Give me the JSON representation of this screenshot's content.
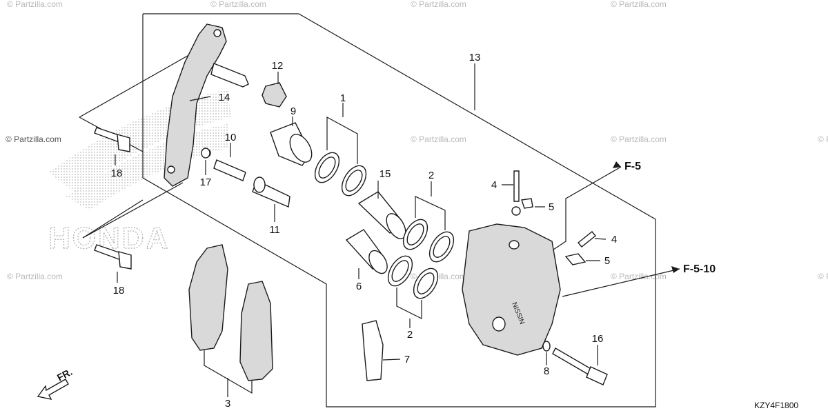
{
  "watermarks": [
    "© Partzilla.com",
    "© Partzilla.com",
    "© Partzilla.com",
    "© Partzilla.com",
    "© Partzilla.com",
    "© Partzilla.com",
    "© Partzilla.com",
    "© Partzilla.com",
    "© Partzilla.com",
    "© Partzilla.com",
    "© Partzilla.com",
    "© Partzilla.com"
  ],
  "brand_watermark": "HONDA",
  "callouts": {
    "c1": "1",
    "c2a": "2",
    "c2b": "2",
    "c3": "3",
    "c4a": "4",
    "c4b": "4",
    "c5a": "5",
    "c5b": "5",
    "c6": "6",
    "c7": "7",
    "c8": "8",
    "c9": "9",
    "c10": "10",
    "c11": "11",
    "c12": "12",
    "c13": "13",
    "c14": "14",
    "c15": "15",
    "c16": "16",
    "c17": "17",
    "c18a": "18",
    "c18b": "18"
  },
  "references": {
    "ref_top": "F-5",
    "ref_bottom": "F-5-10"
  },
  "caliper_text": "NISSIN",
  "front_arrow": "FR.",
  "diagram_code": "KZY4F1800"
}
